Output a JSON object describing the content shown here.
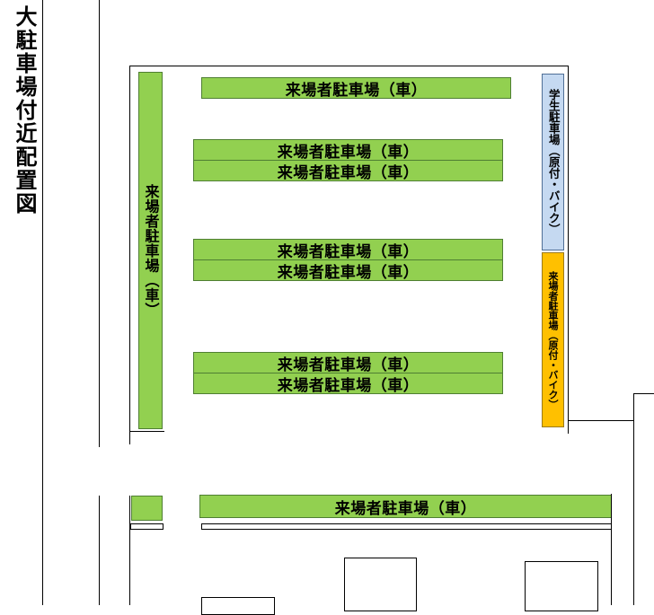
{
  "title": "大駐車場付近配置図",
  "lots": {
    "left_vertical": "来場者駐車場（車）",
    "top_row": "来場者駐車場（車）",
    "row2_a": "来場者駐車場（車）",
    "row2_b": "来場者駐車場（車）",
    "row3_a": "来場者駐車場（車）",
    "row3_b": "来場者駐車場（車）",
    "row4_a": "来場者駐車場（車）",
    "row4_b": "来場者駐車場（車）",
    "student_bike": "学生駐車場（原付・バイク）",
    "visitor_bike": "来場者駐車場（原付・バイク）",
    "lower_row": "来場者駐車場（車）"
  },
  "colors": {
    "car_lot": "#92d050",
    "student_bike_lot": "#c5d9f1",
    "visitor_bike_lot": "#ffc000"
  }
}
